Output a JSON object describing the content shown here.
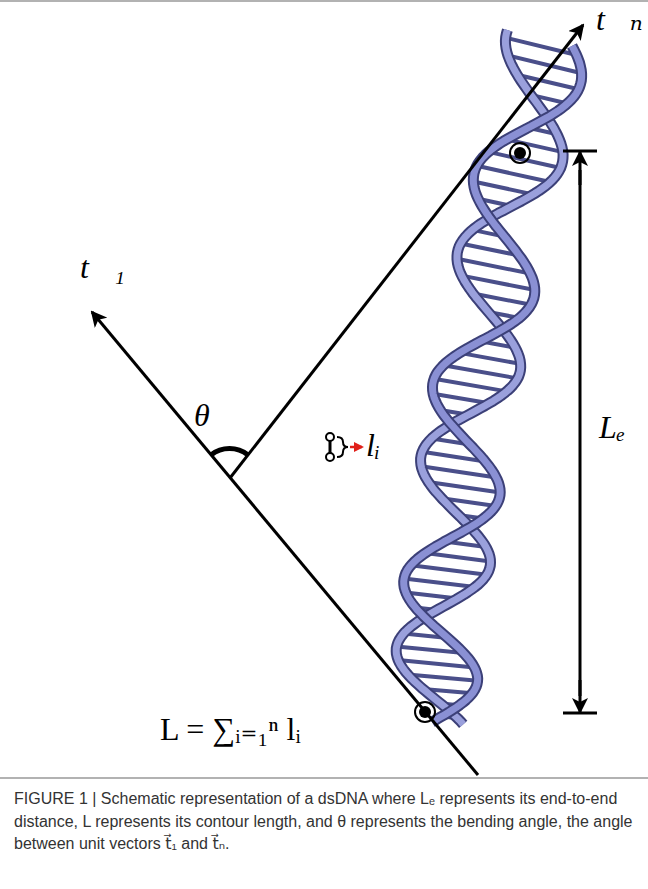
{
  "diagram": {
    "caption": "FIGURE 1 | Schematic representation of a dsDNA where Lₑ represents its end-to-end distance, L represents its contour length, and θ represents the bending angle, the angle between unit vectors t⃗₁ and t⃗ₙ.",
    "labels": [
      "t⃗ₙ",
      "t⃗₁",
      "θ",
      "lᵢ",
      "Lₑ",
      "L = ∑ᵢ₌₁ⁿ lᵢ"
    ]
  }
}
